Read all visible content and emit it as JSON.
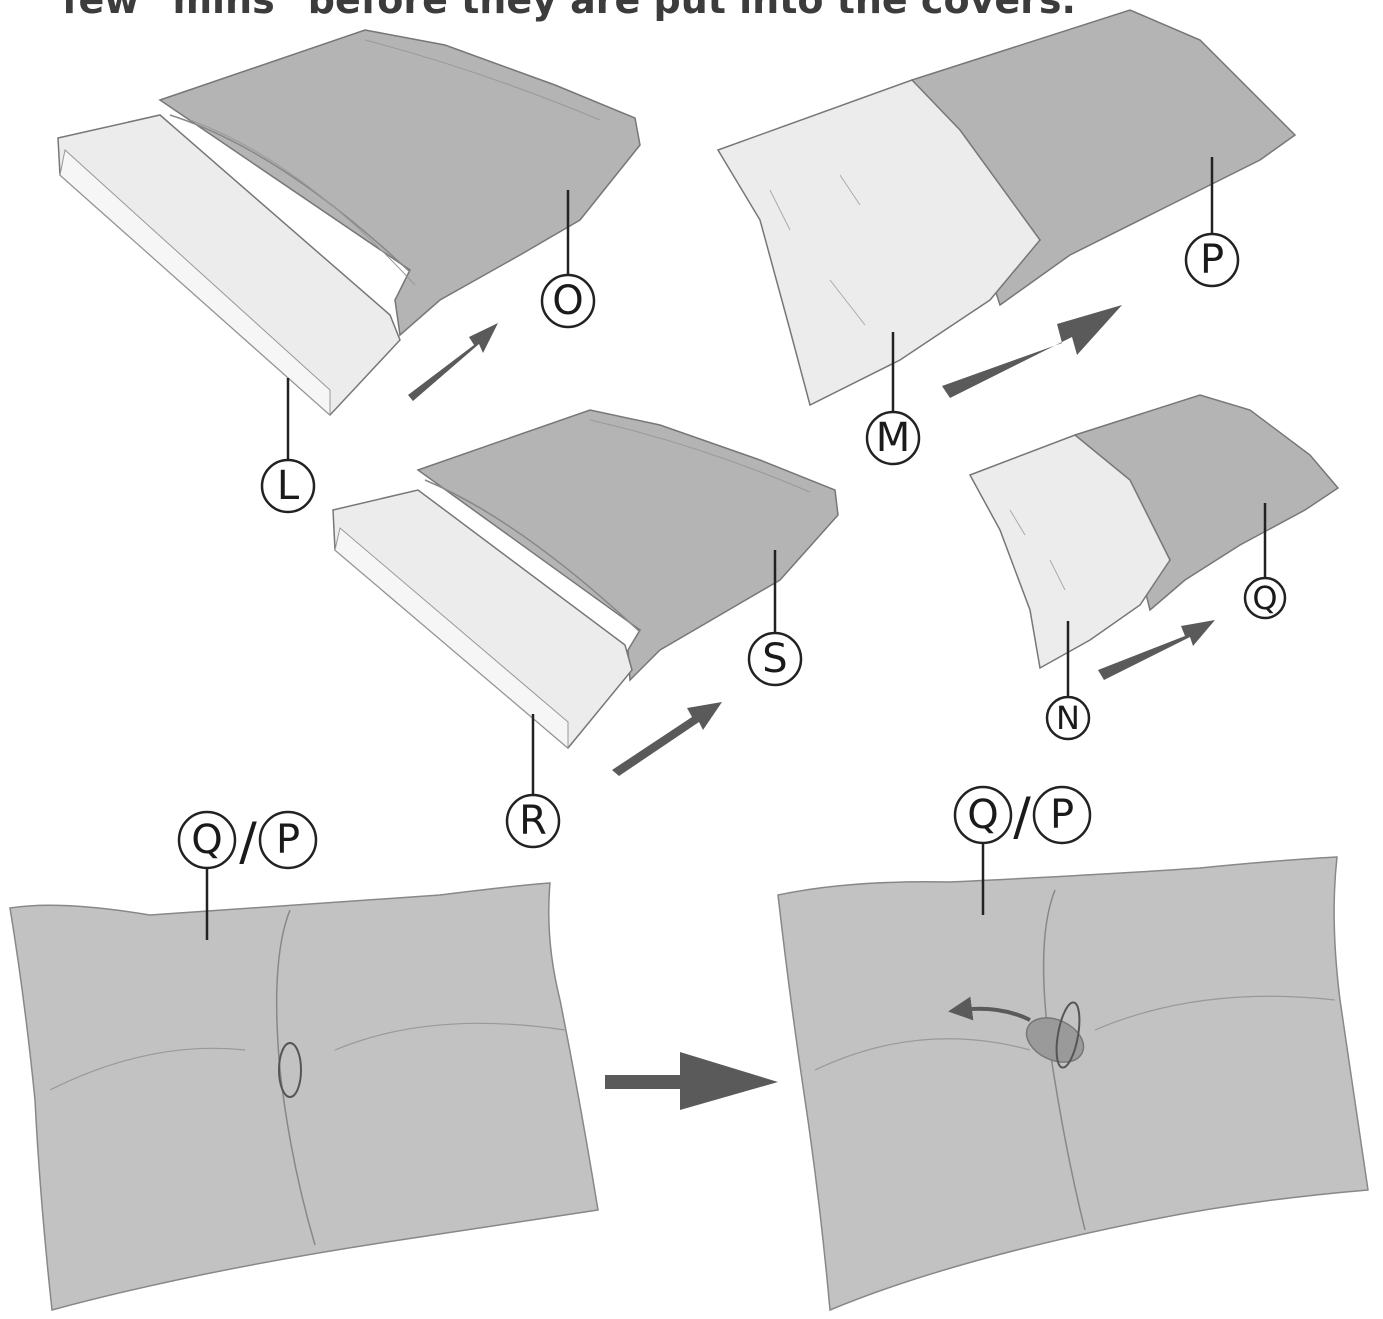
{
  "header": {
    "text": "few \"mins\" before they are put into the covers."
  },
  "labels": {
    "L": "L",
    "M": "M",
    "N": "N",
    "O": "O",
    "P": "P",
    "Q": "Q",
    "R": "R",
    "S": "S",
    "slash": "/"
  },
  "colors": {
    "foam": "#ececec",
    "foam_side": "#f4f4f4",
    "cover": "#b4b4b4",
    "cover_dark": "#a6a6a6",
    "arrow": "#5a5a5a",
    "outline": "#6a6a6a"
  }
}
